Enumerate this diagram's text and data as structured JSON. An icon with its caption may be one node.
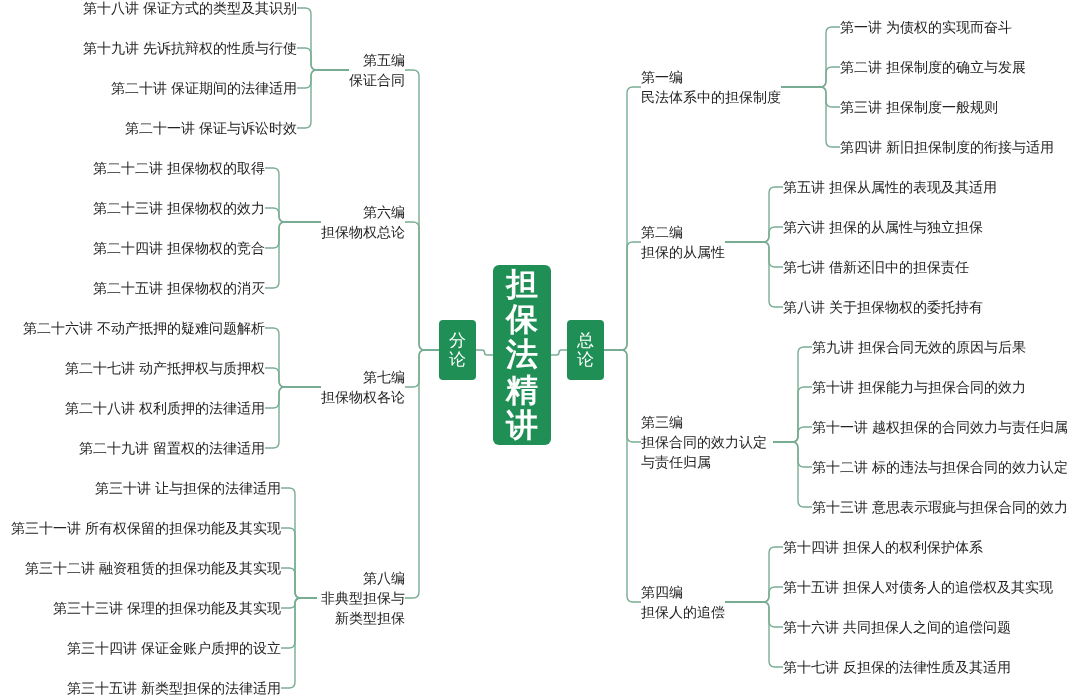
{
  "diagram": {
    "nodes": [
      {
        "text": [
          "担保法精讲"
        ]
      },
      {
        "text": [
          "总论"
        ]
      },
      {
        "text": [
          "第一编",
          "民法体系中的担保制度"
        ]
      },
      {
        "text": [
          "第一讲 为债权的实现而奋斗"
        ]
      },
      {
        "text": [
          "第二讲 担保制度的确立与发展"
        ]
      },
      {
        "text": [
          "第三讲 担保制度一般规则"
        ]
      },
      {
        "text": [
          "第四讲 新旧担保制度的衔接与适用"
        ]
      },
      {
        "text": [
          "第二编",
          "担保的从属性"
        ]
      },
      {
        "text": [
          "第五讲 担保从属性的表现及其适用"
        ]
      },
      {
        "text": [
          "第六讲 担保的从属性与独立担保"
        ]
      },
      {
        "text": [
          "第七讲 借新还旧中的担保责任"
        ]
      },
      {
        "text": [
          "第八讲 关于担保物权的委托持有"
        ]
      },
      {
        "text": [
          "第三编",
          "担保合同的效力认定与责任归属"
        ]
      },
      {
        "text": [
          "第九讲 担保合同无效的原因与后果"
        ]
      },
      {
        "text": [
          "第十讲 担保能力与担保合同的效力"
        ]
      },
      {
        "text": [
          "第十一讲 越权担保的合同效力与责任归属"
        ]
      },
      {
        "text": [
          "第十二讲 标的违法与担保合同的效力认定"
        ]
      },
      {
        "text": [
          "第十三讲 意思表示瑕疵与担保合同的效力"
        ]
      },
      {
        "text": [
          "第四编",
          "担保人的追偿"
        ]
      },
      {
        "text": [
          "第十四讲 担保人的权利保护体系"
        ]
      },
      {
        "text": [
          "第十五讲 担保人对债务人的追偿权及其实现"
        ]
      },
      {
        "text": [
          "第十六讲 共同担保人之间的追偿问题"
        ]
      },
      {
        "text": [
          "第十七讲 反担保的法律性质及其适用"
        ]
      },
      {
        "text": [
          "分论"
        ]
      },
      {
        "text": [
          "第五编",
          "保证合同"
        ]
      },
      {
        "text": [
          "第十八讲 保证方式的类型及其识别"
        ]
      },
      {
        "text": [
          "第十九讲 先诉抗辩权的性质与行使"
        ]
      },
      {
        "text": [
          "第二十讲 保证期间的法律适用"
        ]
      },
      {
        "text": [
          "第二十一讲 保证与诉讼时效"
        ]
      },
      {
        "text": [
          "第六编",
          "担保物权总论"
        ]
      },
      {
        "text": [
          "第二十二讲 担保物权的取得"
        ]
      },
      {
        "text": [
          "第二十三讲 担保物权的效力"
        ]
      },
      {
        "text": [
          "第二十四讲 担保物权的竞合"
        ]
      },
      {
        "text": [
          "第二十五讲 担保物权的消灭"
        ]
      },
      {
        "text": [
          "第七编",
          "担保物权各论"
        ]
      },
      {
        "text": [
          "第二十六讲 不动产抵押的疑难问题解析"
        ]
      },
      {
        "text": [
          "第二十七讲 动产抵押权与质押权"
        ]
      },
      {
        "text": [
          "第二十八讲 权利质押的法律适用"
        ]
      },
      {
        "text": [
          "第二十九讲 留置权的法律适用"
        ]
      },
      {
        "text": [
          "第八编",
          "非典型担保与新类型担保"
        ]
      },
      {
        "text": [
          "第三十讲 让与担保的法律适用"
        ]
      },
      {
        "text": [
          "第三十一讲 所有权保留的担保功能及其实现"
        ]
      },
      {
        "text": [
          "第三十二讲 融资租赁的担保功能及其实现"
        ]
      },
      {
        "text": [
          "第三十三讲 保理的担保功能及其实现"
        ]
      },
      {
        "text": [
          "第三十四讲 保证金账户质押的设立"
        ]
      },
      {
        "text": [
          "第三十五讲 新类型担保的法律适用"
        ]
      }
    ],
    "edges": [
      {
        "from": 0,
        "to": 1,
        "arrow": "none"
      },
      {
        "from": 1,
        "to": 2,
        "arrow": "none"
      },
      {
        "from": 2,
        "to": 3,
        "arrow": "none"
      },
      {
        "from": 2,
        "to": 4,
        "arrow": "none"
      },
      {
        "from": 2,
        "to": 5,
        "arrow": "none"
      },
      {
        "from": 2,
        "to": 6,
        "arrow": "none"
      },
      {
        "from": 1,
        "to": 7,
        "arrow": "none"
      },
      {
        "from": 7,
        "to": 8,
        "arrow": "none"
      },
      {
        "from": 7,
        "to": 9,
        "arrow": "none"
      },
      {
        "from": 7,
        "to": 10,
        "arrow": "none"
      },
      {
        "from": 7,
        "to": 11,
        "arrow": "none"
      },
      {
        "from": 1,
        "to": 12,
        "arrow": "none"
      },
      {
        "from": 12,
        "to": 13,
        "arrow": "none"
      },
      {
        "from": 12,
        "to": 14,
        "arrow": "none"
      },
      {
        "from": 12,
        "to": 15,
        "arrow": "none"
      },
      {
        "from": 12,
        "to": 16,
        "arrow": "none"
      },
      {
        "from": 12,
        "to": 17,
        "arrow": "none"
      },
      {
        "from": 1,
        "to": 18,
        "arrow": "none"
      },
      {
        "from": 18,
        "to": 19,
        "arrow": "none"
      },
      {
        "from": 18,
        "to": 20,
        "arrow": "none"
      },
      {
        "from": 18,
        "to": 21,
        "arrow": "none"
      },
      {
        "from": 18,
        "to": 22,
        "arrow": "none"
      },
      {
        "from": 0,
        "to": 23,
        "arrow": "none"
      },
      {
        "from": 23,
        "to": 24,
        "arrow": "none"
      },
      {
        "from": 24,
        "to": 25,
        "arrow": "none"
      },
      {
        "from": 24,
        "to": 26,
        "arrow": "none"
      },
      {
        "from": 24,
        "to": 27,
        "arrow": "none"
      },
      {
        "from": 24,
        "to": 28,
        "arrow": "none"
      },
      {
        "from": 23,
        "to": 29,
        "arrow": "none"
      },
      {
        "from": 29,
        "to": 30,
        "arrow": "none"
      },
      {
        "from": 29,
        "to": 31,
        "arrow": "none"
      },
      {
        "from": 29,
        "to": 32,
        "arrow": "none"
      },
      {
        "from": 29,
        "to": 33,
        "arrow": "none"
      },
      {
        "from": 23,
        "to": 34,
        "arrow": "none"
      },
      {
        "from": 34,
        "to": 35,
        "arrow": "none"
      },
      {
        "from": 34,
        "to": 36,
        "arrow": "none"
      },
      {
        "from": 34,
        "to": 37,
        "arrow": "none"
      },
      {
        "from": 34,
        "to": 38,
        "arrow": "none"
      },
      {
        "from": 23,
        "to": 39,
        "arrow": "none"
      },
      {
        "from": 39,
        "to": 40,
        "arrow": "none"
      },
      {
        "from": 39,
        "to": 41,
        "arrow": "none"
      },
      {
        "from": 39,
        "to": 42,
        "arrow": "none"
      },
      {
        "from": 39,
        "to": 43,
        "arrow": "none"
      },
      {
        "from": 39,
        "to": 44,
        "arrow": "none"
      },
      {
        "from": 39,
        "to": 45,
        "arrow": "none"
      }
    ]
  }
}
